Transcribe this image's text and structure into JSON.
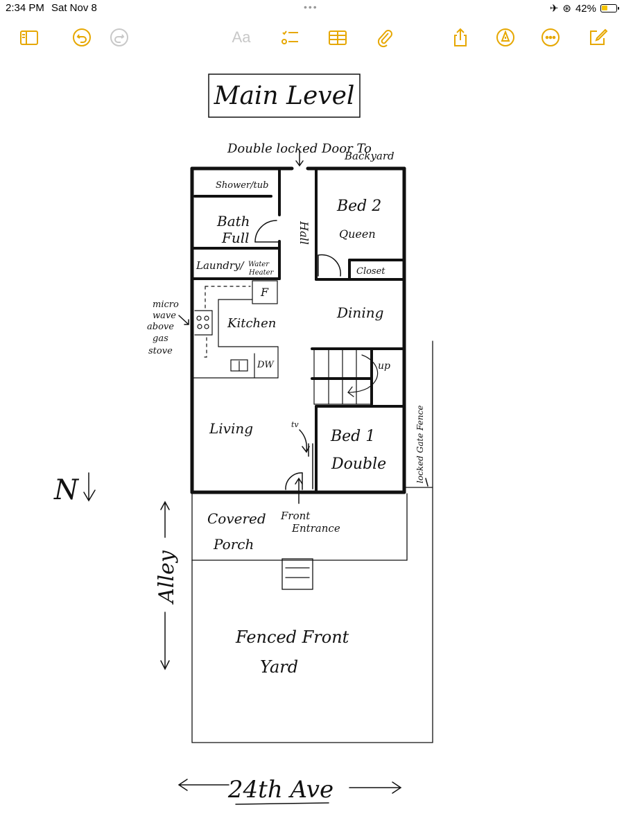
{
  "status_bar": {
    "time": "2:34 PM",
    "date": "Sat Nov 8",
    "battery": "42%",
    "battery_level": 0.42
  },
  "toolbar": {
    "icons": [
      "sidebar-icon",
      "undo-icon",
      "redo-icon",
      "text-format-icon",
      "checklist-icon",
      "table-icon",
      "attachment-icon",
      "share-icon",
      "markup-icon",
      "more-icon",
      "compose-icon"
    ],
    "format_label": "Aa",
    "accent_color": "#e6a700",
    "disabled_color": "#c8c8c8"
  },
  "sketch": {
    "title": "Main Level",
    "labels": {
      "door_note": "Double locked Door To",
      "door_note_2": "Backyard",
      "shower": "Shower/tub",
      "bath": "Bath",
      "bath_2": "Full",
      "hall": "Hall",
      "bed2": "Bed 2",
      "bed2_size": "Queen",
      "closet": "Closet",
      "laundry": "Laundry/",
      "water_heater": "Water",
      "water_heater_2": "Heater",
      "fridge": "F",
      "kitchen": "Kitchen",
      "dishwasher": "DW",
      "dining": "Dining",
      "stairs_up": "up",
      "micro_1": "micro",
      "micro_2": "wave",
      "micro_3": "above",
      "micro_4": "gas",
      "micro_5": "stove",
      "living": "Living",
      "tv": "tv",
      "bed1": "Bed 1",
      "bed1_size": "Double",
      "locked_gate": "locked Gate Fence",
      "north": "N",
      "porch": "Covered",
      "porch_2": "Porch",
      "front_entrance": "Front",
      "front_entrance_2": "Entrance",
      "alley": "Alley",
      "front_yard": "Fenced Front",
      "front_yard_2": "Yard",
      "street": "24th Ave"
    }
  }
}
